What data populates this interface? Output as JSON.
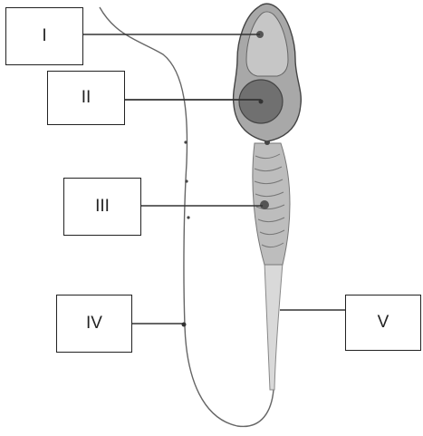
{
  "labels": {
    "one": "I",
    "two": "II",
    "three": "III",
    "four": "IV",
    "five": "V"
  },
  "colors": {
    "outline": "#222222",
    "head_fill": "#9a9a9a",
    "nucleus_fill": "#6f6f6f",
    "acrosome_fill": "#c6c6c6",
    "midpiece_fill": "#bdbdbd",
    "tail_line": "#555555"
  }
}
